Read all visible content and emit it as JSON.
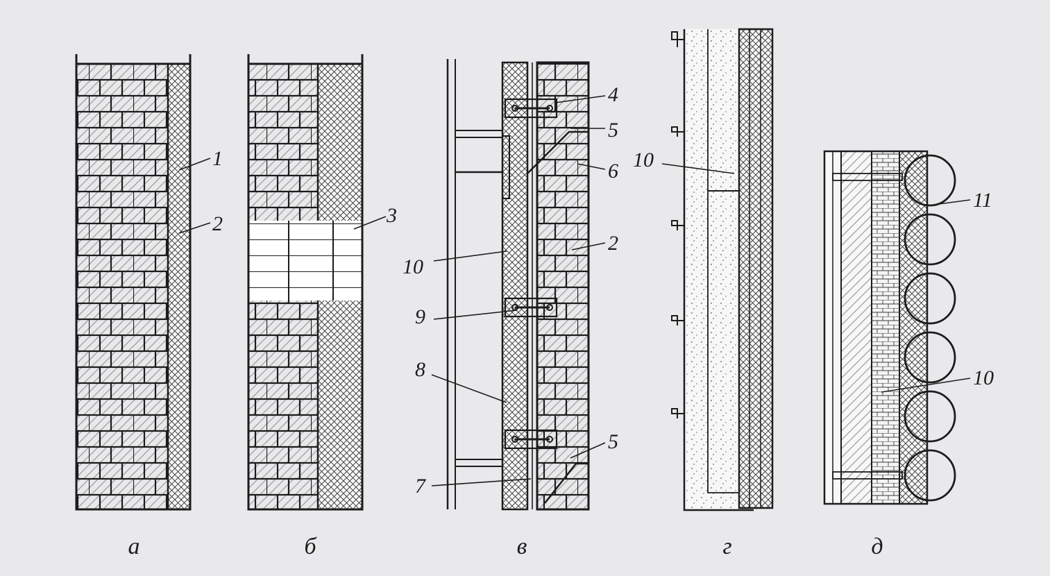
{
  "figure": {
    "panels": [
      {
        "id": "a",
        "caption": "а",
        "callouts": [
          "1",
          "2"
        ]
      },
      {
        "id": "b",
        "caption": "б",
        "callouts": [
          "3"
        ]
      },
      {
        "id": "v",
        "caption": "в",
        "callouts": [
          "4",
          "5",
          "6",
          "2",
          "10",
          "9",
          "8",
          "5",
          "7"
        ]
      },
      {
        "id": "g",
        "caption": "г",
        "callouts": [
          "10"
        ]
      },
      {
        "id": "d",
        "caption": "д",
        "callouts": [
          "11",
          "10"
        ]
      }
    ]
  },
  "colors": {
    "background": "#e9e9ec",
    "ink": "#1c1c1c",
    "paper": "#f7f7f8",
    "hatch_gray": "#9a9a9a",
    "dots": "#8f8f8f"
  }
}
